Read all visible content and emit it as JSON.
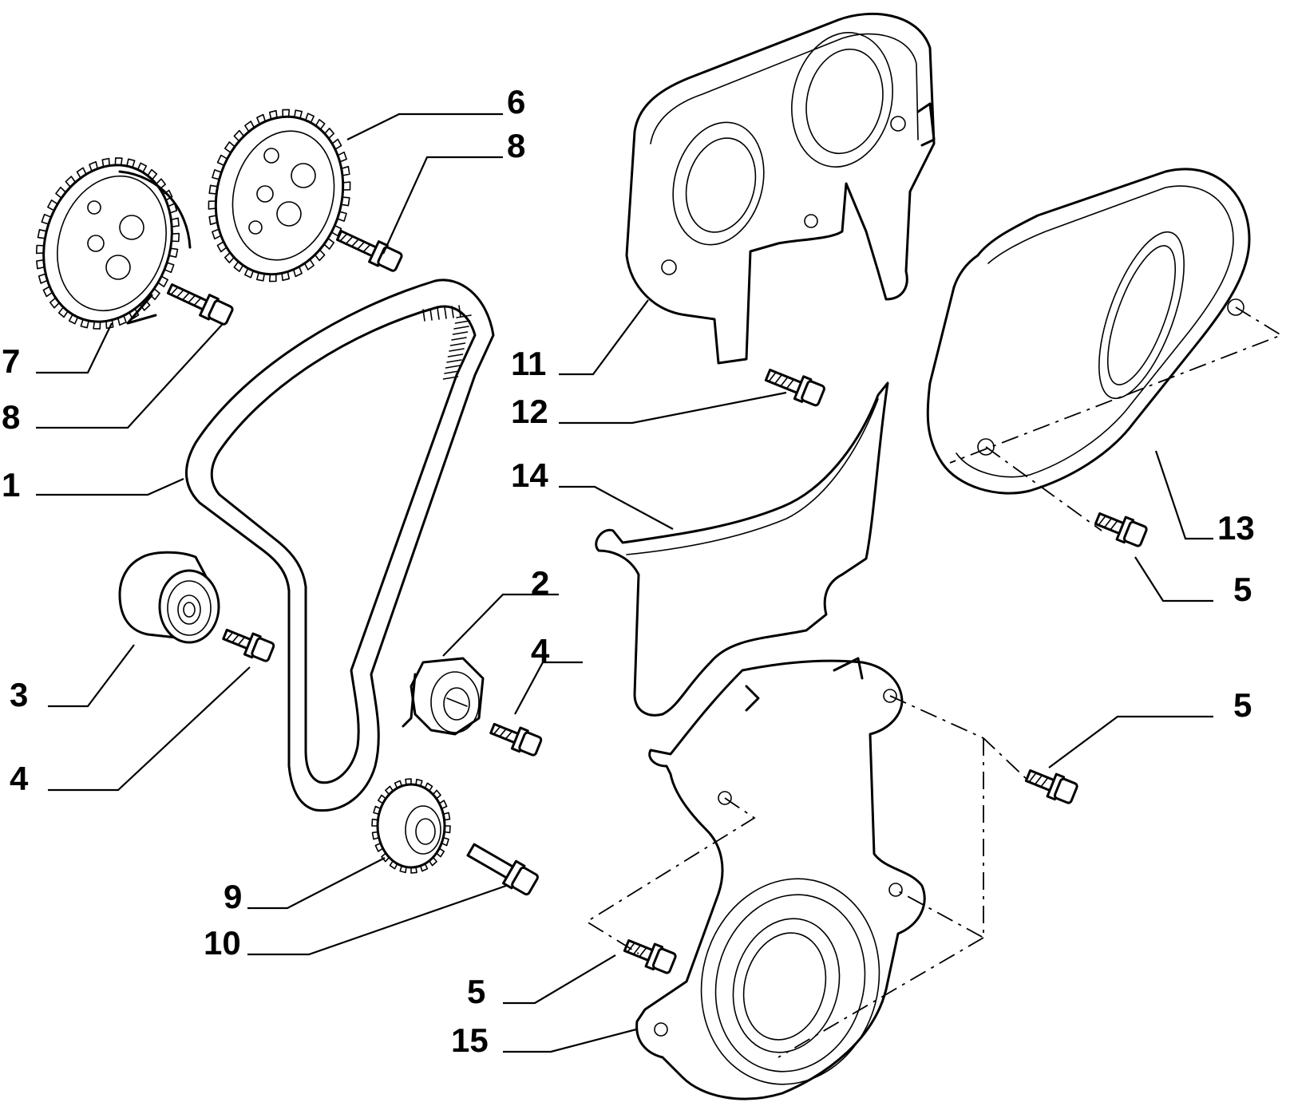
{
  "diagram": {
    "callouts": [
      {
        "id": "c6",
        "text": "6"
      },
      {
        "id": "c8a",
        "text": "8"
      },
      {
        "id": "c7",
        "text": "7"
      },
      {
        "id": "c8b",
        "text": "8"
      },
      {
        "id": "c1",
        "text": "1"
      },
      {
        "id": "c2",
        "text": "2"
      },
      {
        "id": "c3",
        "text": "3"
      },
      {
        "id": "c4a",
        "text": "4"
      },
      {
        "id": "c4b",
        "text": "4"
      },
      {
        "id": "c9",
        "text": "9"
      },
      {
        "id": "c10",
        "text": "10"
      },
      {
        "id": "c11",
        "text": "11"
      },
      {
        "id": "c12",
        "text": "12"
      },
      {
        "id": "c14",
        "text": "14"
      },
      {
        "id": "c13",
        "text": "13"
      },
      {
        "id": "c5a",
        "text": "5"
      },
      {
        "id": "c5b",
        "text": "5"
      },
      {
        "id": "c5c",
        "text": "5"
      },
      {
        "id": "c15",
        "text": "15"
      }
    ]
  }
}
